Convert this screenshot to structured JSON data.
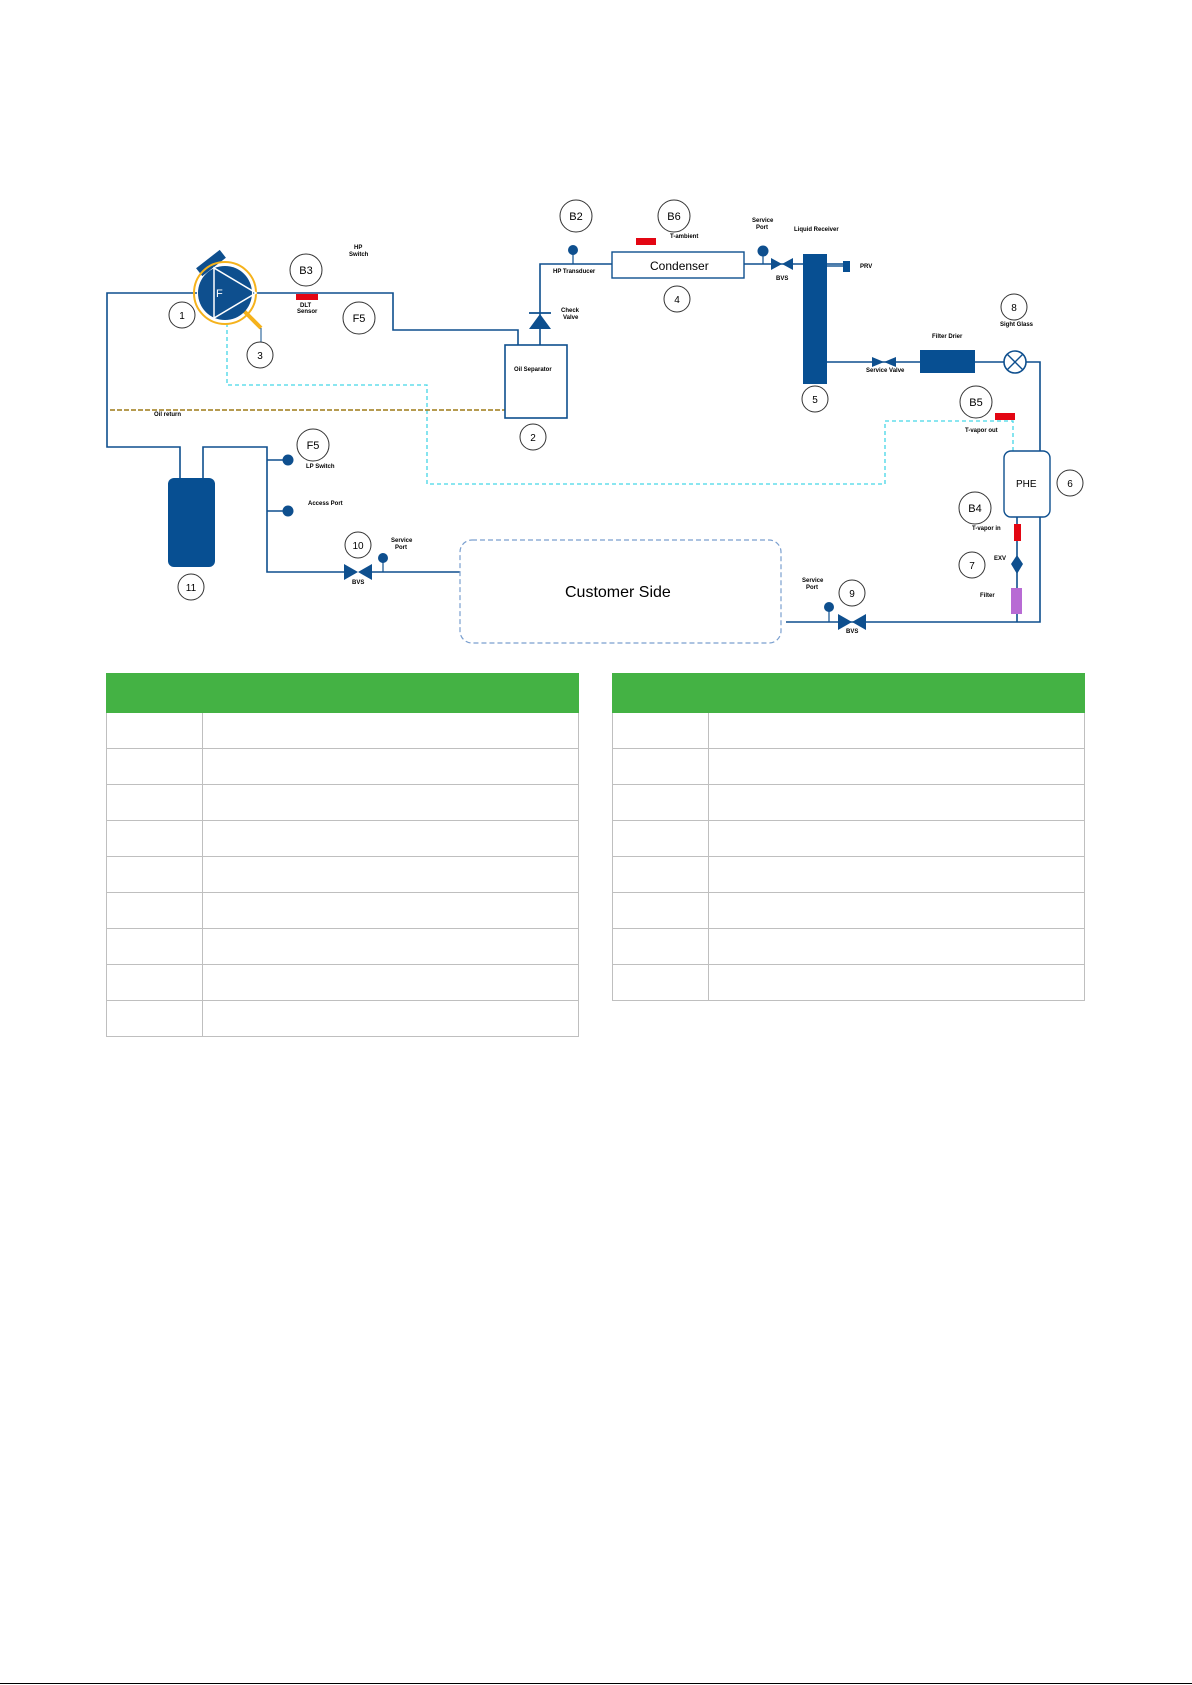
{
  "colors": {
    "pipe": "#0e4f8e",
    "equipment": "#074f92",
    "sensor": "#e30613",
    "filter": "#b86bd4",
    "signal_line": "#44d6e6",
    "oil_return": "#9d7a16",
    "compressor_ring": "#f5b21c",
    "table_header": "#44b244",
    "table_border": "#bfbfbf"
  },
  "diagram": {
    "compressor_letter": "F",
    "condenser_label": "Condenser",
    "phe_label": "PHE",
    "customer_side_label": "Customer Side",
    "labels": {
      "hp_switch": [
        "HP",
        "Switch"
      ],
      "dlt_sensor": [
        "DLT",
        "Sensor"
      ],
      "oil_return": "Oil return",
      "check_valve": [
        "Check",
        "Valve"
      ],
      "hp_transducer": "HP  Transducer",
      "oil_separator": "Oil Separator",
      "t_ambient": "T-ambient",
      "service_port_top": [
        "Service",
        "Port"
      ],
      "liquid_receiver": "Liquid Receiver",
      "bvs_top": "BVS",
      "prv": "PRV",
      "service_valve": "Service Valve",
      "filter_drier": "Filter Drier",
      "sight_glass": "Sight Glass",
      "t_vapor_out": "T-vapor out",
      "t_vapor_in": "T-vapor in",
      "exv": "EXV",
      "filter": "Filter",
      "lp_switch": "LP Switch",
      "access_port": "Access Port",
      "service_port_left": [
        "Service",
        "Port"
      ],
      "bvs_left": "BVS",
      "service_port_right": [
        "Service",
        "Port"
      ],
      "bvs_right": "BVS"
    },
    "callouts": {
      "n1": "1",
      "n2": "2",
      "n3": "3",
      "n4": "4",
      "n5": "5",
      "n6": "6",
      "n7": "7",
      "n8": "8",
      "n9": "9",
      "n10": "10",
      "n11": "11",
      "b2": "B2",
      "b3": "B3",
      "b4": "B4",
      "b5": "B5",
      "b6": "B6",
      "f5_top": "F5",
      "f5_lp": "F5"
    }
  },
  "tables": {
    "left_rows": 9,
    "right_rows": 8
  }
}
